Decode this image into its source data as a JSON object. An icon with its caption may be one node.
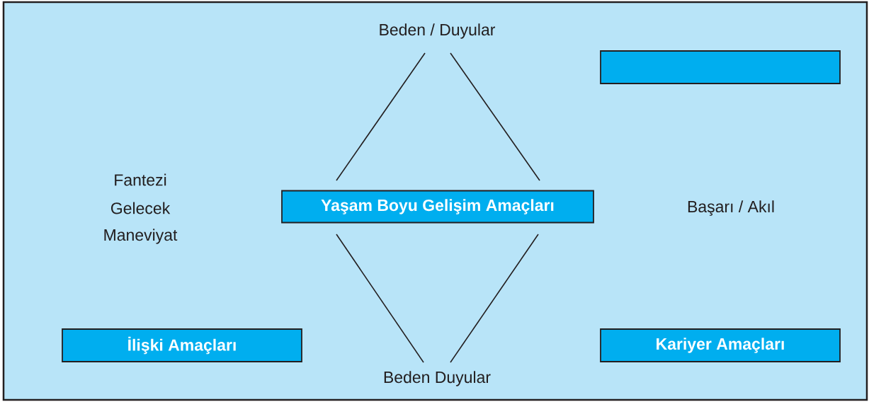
{
  "diagram": {
    "nodes": [
      {
        "text": [
          "Beden / Duyular"
        ]
      },
      {
        "text": [],
        "shape": "box"
      },
      {
        "text": [
          "Yaşam Boyu Gelişim Amaçları"
        ]
      },
      {
        "text": [
          "İlişki Amaçları"
        ]
      },
      {
        "text": [
          "Kariyer Amaçları"
        ]
      },
      {
        "text": [
          "Beden Duyular"
        ]
      }
    ],
    "edges": [
      {
        "from": 0,
        "to": 2,
        "arrow": "none"
      },
      {
        "from": 0,
        "to": 2,
        "arrow": "none"
      },
      {
        "from": 2,
        "to": 5,
        "arrow": "none"
      },
      {
        "from": 2,
        "to": 5,
        "arrow": "none"
      }
    ],
    "labels": [
      "Fantezi",
      "Gelecek",
      "Maneviyat",
      "Başarı / Akıl"
    ]
  }
}
